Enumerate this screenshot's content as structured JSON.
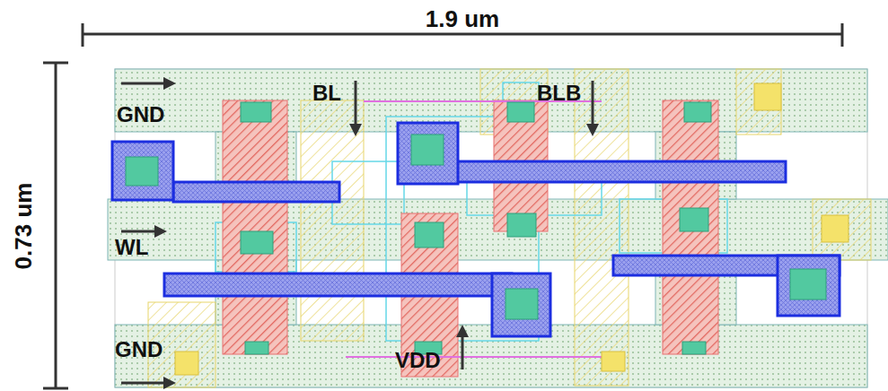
{
  "diagram": {
    "labels": [
      "1.9 um",
      "0.73 um",
      "GND",
      "BL",
      "BLB",
      "WL",
      "GND",
      "VDD"
    ]
  }
}
